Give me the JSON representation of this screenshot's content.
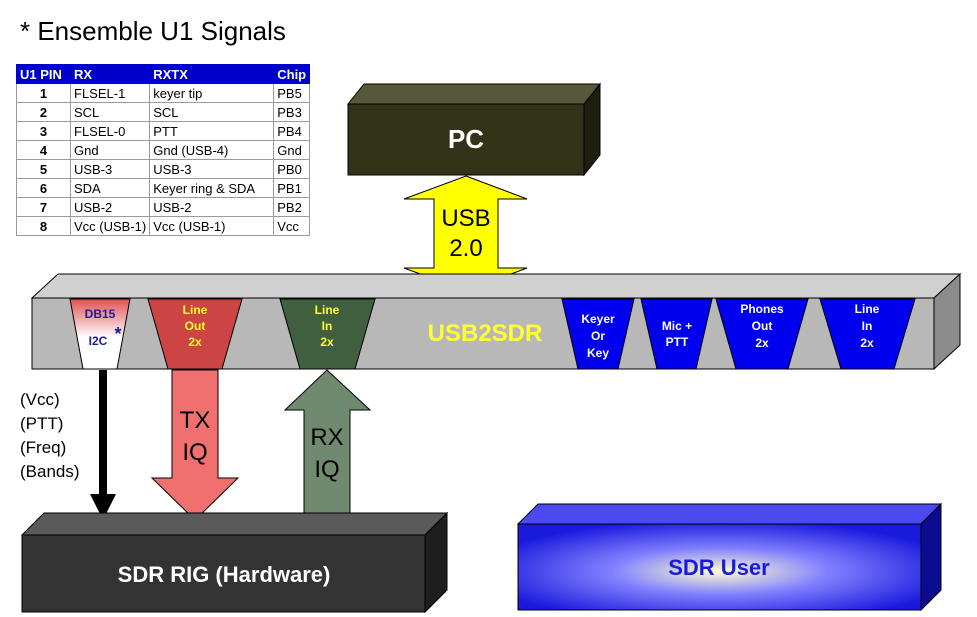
{
  "title": "* Ensemble U1 Signals",
  "pin_table": {
    "headers": [
      "U1 PIN",
      "RX",
      "RXTX",
      "Chip"
    ],
    "rows": [
      [
        "1",
        "FLSEL-1",
        "keyer tip",
        "PB5"
      ],
      [
        "2",
        "SCL",
        "SCL",
        "PB3"
      ],
      [
        "3",
        "FLSEL-0",
        "PTT",
        "PB4"
      ],
      [
        "4",
        "Gnd",
        "Gnd (USB-4)",
        "Gnd"
      ],
      [
        "5",
        "USB-3",
        "USB-3",
        "PB0"
      ],
      [
        "6",
        "SDA",
        "Keyer ring & SDA",
        "PB1"
      ],
      [
        "7",
        "USB-2",
        "USB-2",
        "PB2"
      ],
      [
        "8",
        "Vcc (USB-1)",
        "Vcc (USB-1)",
        "Vcc"
      ]
    ]
  },
  "pc_label": "PC",
  "usb_arrow": {
    "line1": "USB",
    "line2": "2.0"
  },
  "bar_label": "USB2SDR",
  "ports": {
    "db15": {
      "line1": "DB15",
      "line2": "I2C",
      "star": "*"
    },
    "line_out": {
      "line1": "Line",
      "line2": "Out",
      "line3": "2x"
    },
    "line_in_left": {
      "line1": "Line",
      "line2": "In",
      "line3": "2x"
    },
    "keyer": {
      "line1": "Keyer",
      "line2": "Or",
      "line3": "Key"
    },
    "mic": {
      "line1": "Mic +",
      "line2": "PTT"
    },
    "phones": {
      "line1": "Phones",
      "line2": "Out",
      "line3": "2x"
    },
    "line_in_right": {
      "line1": "Line",
      "line2": "In",
      "line3": "2x"
    }
  },
  "side_labels": [
    "(Vcc)",
    "(PTT)",
    "(Freq)",
    "(Bands)"
  ],
  "tx_arrow": {
    "line1": "TX",
    "line2": "IQ"
  },
  "rx_arrow": {
    "line1": "RX",
    "line2": "IQ"
  },
  "sdr_rig_label": "SDR RIG (Hardware)",
  "sdr_user_label": "SDR User",
  "colors": {
    "pc_box": "#333319",
    "bar": "#b8b8b8",
    "port_blue": "#0000ee",
    "line_out_red": "#cc4444",
    "line_in_green": "#3f5f3f",
    "bar_text_yellow": "#ffff33",
    "usb_arrow": "#ffff00",
    "tx_arrow": "#f07070",
    "rx_arrow": "#6f8a6f",
    "rig_box": "#333333",
    "user_box": "#1a1add",
    "table_header": "#0000cc"
  }
}
